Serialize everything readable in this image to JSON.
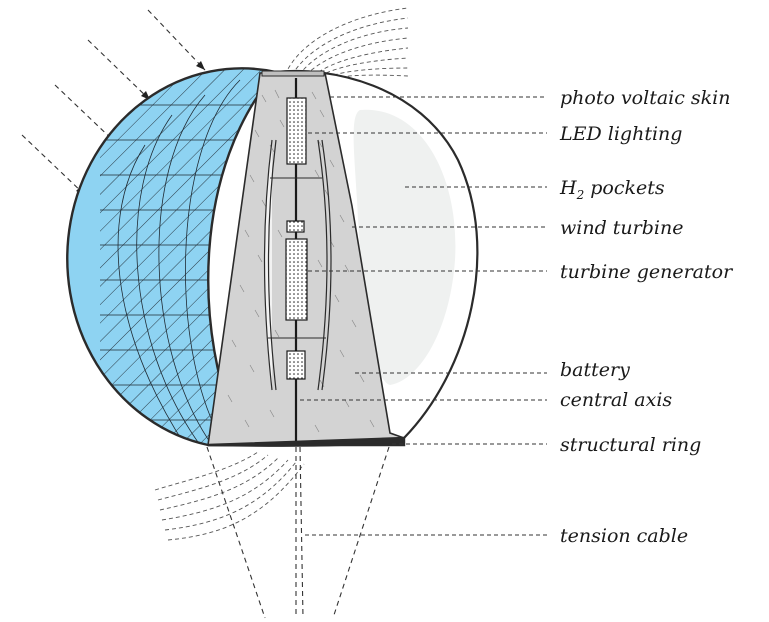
{
  "labels": {
    "photovoltaic_skin": "photo voltaic skin",
    "led_lighting": "LED lighting",
    "h2_main": "H",
    "h2_sub": "2",
    "h2_rest": " pockets",
    "wind_turbine": "wind turbine",
    "turbine_generator": "turbine generator",
    "battery": "battery",
    "central_axis": "central axis",
    "structural_ring": "structural ring",
    "tension_cable": "tension cable"
  },
  "colors": {
    "skin": "#8ed3f2",
    "core": "#d3d3d3",
    "pocket": "#eff1f0",
    "outline": "#2b2b2b"
  }
}
